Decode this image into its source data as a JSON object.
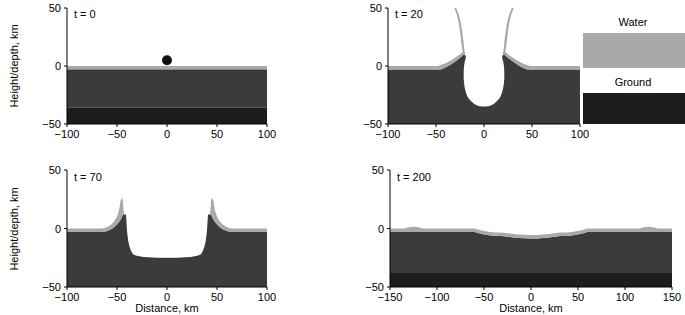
{
  "diagram": {
    "labels": [
      "t = 0",
      "t = 20",
      "t = 70",
      "t = 200",
      "50",
      "0",
      "−50",
      "−100",
      "−50",
      "0",
      "50",
      "100",
      "50",
      "0",
      "−50",
      "−100",
      "−50",
      "0",
      "50",
      "100",
      "Height/depth, km",
      "50",
      "0",
      "−50",
      "−100",
      "−50",
      "0",
      "50",
      "100",
      "50",
      "0",
      "−50",
      "−150",
      "−100",
      "−50",
      "0",
      "50",
      "100",
      "150",
      "Height/depth, km",
      "Distance, km",
      "Distance, km"
    ],
    "legend": [
      {
        "text": "Water",
        "color": "#a9a9a9"
      },
      {
        "text": "Ground",
        "color": "#1c1c1c"
      }
    ]
  }
}
